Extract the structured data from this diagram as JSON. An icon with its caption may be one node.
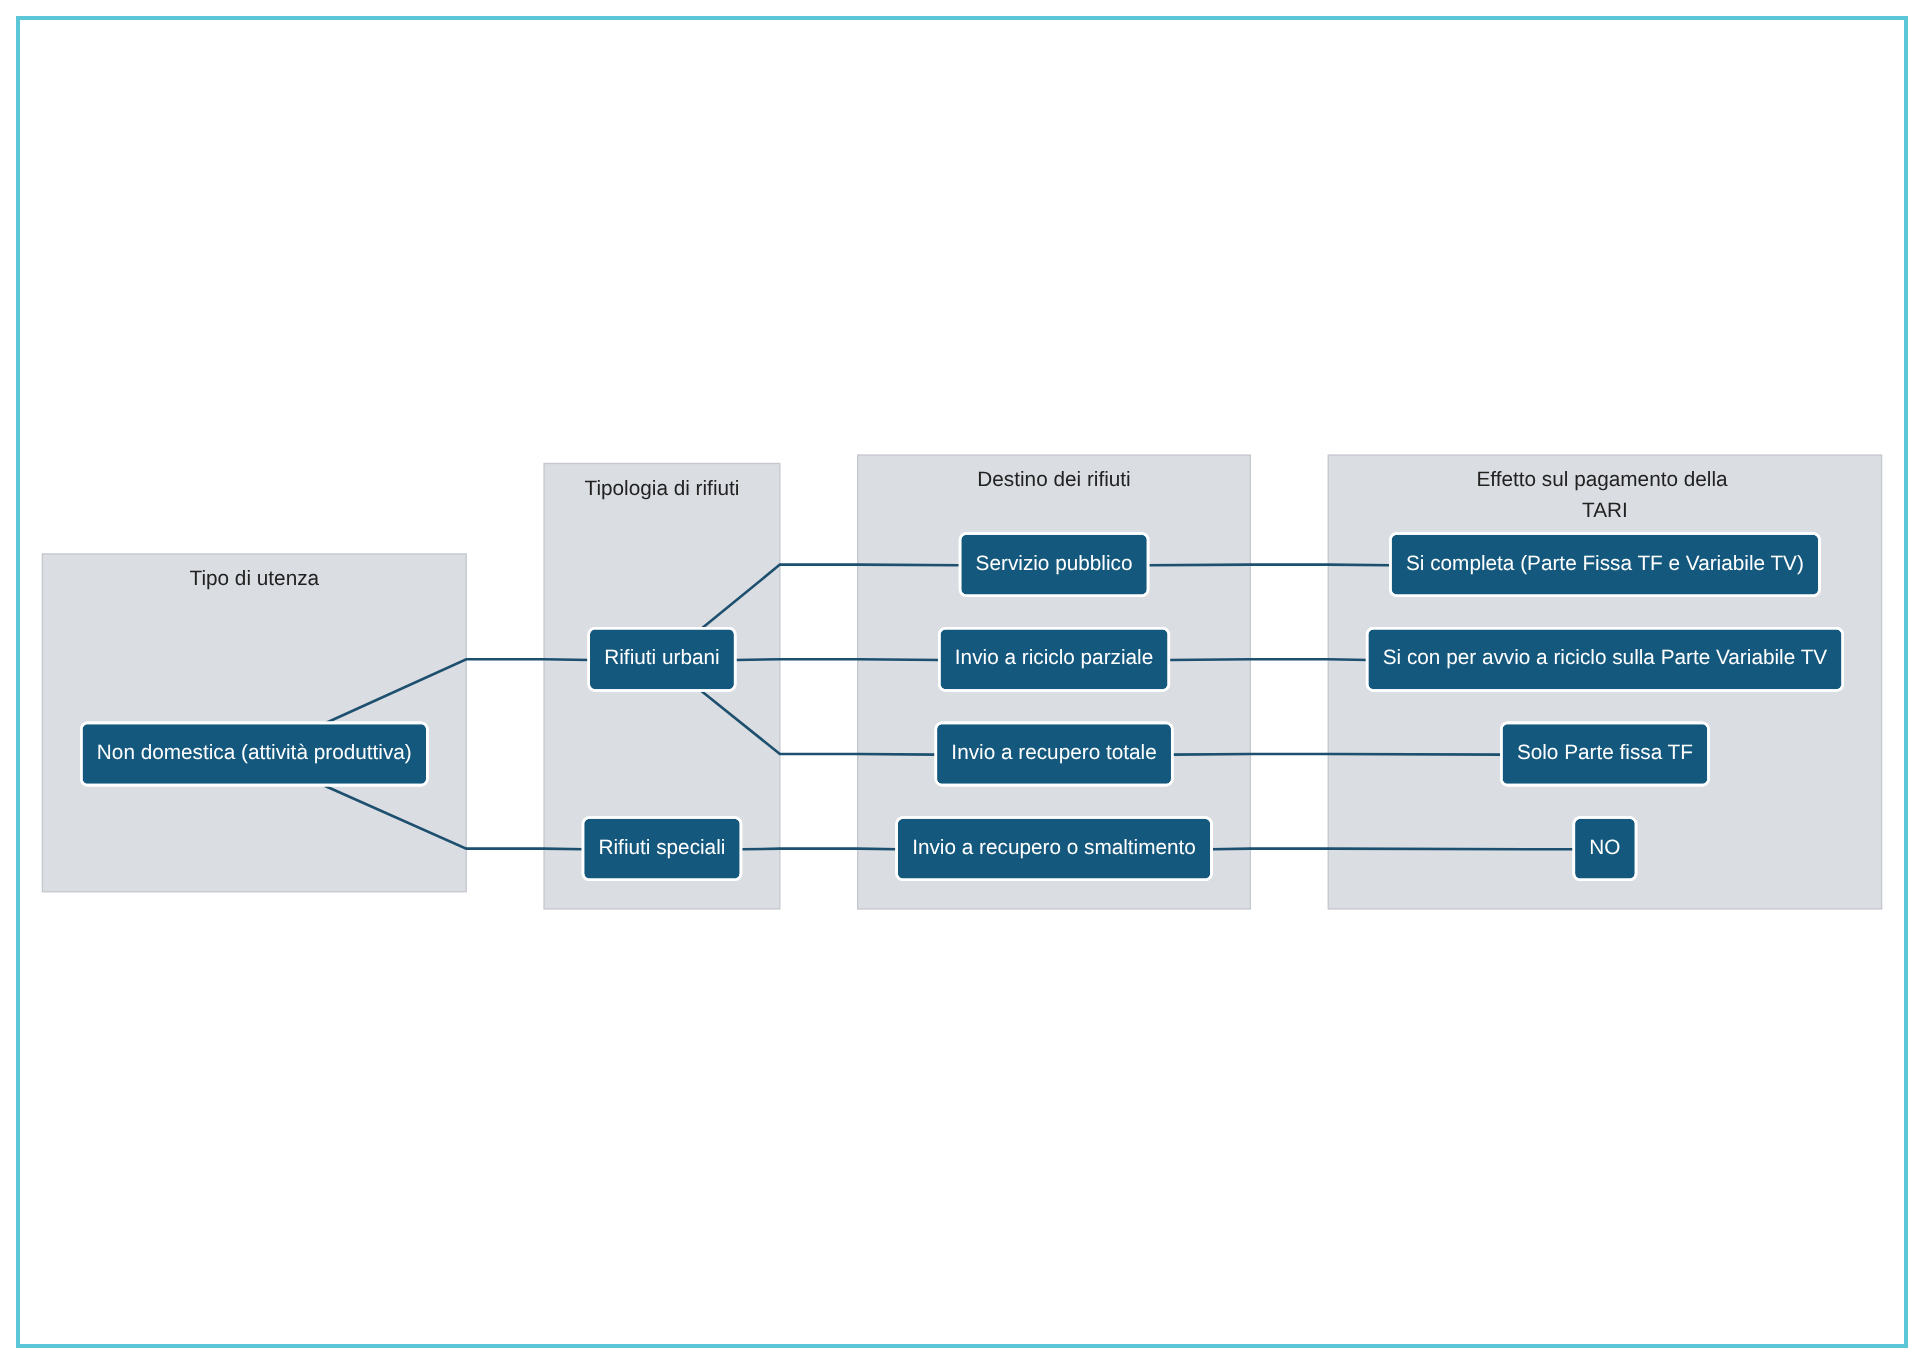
{
  "diagram": {
    "nodes": [
      {
        "text": [
          "Tipo di utenza"
        ]
      },
      {
        "text": [
          "Non domestica (attività produttiva)"
        ],
        "in": 0
      },
      {
        "text": [
          "Tipologia di rifiuti"
        ]
      },
      {
        "text": [
          "Rifiuti urbani"
        ],
        "in": 2
      },
      {
        "text": [
          "Rifiuti speciali"
        ],
        "in": 2
      },
      {
        "text": [
          "Destino dei rifiuti"
        ]
      },
      {
        "text": [
          "Servizio pubblico"
        ],
        "in": 5
      },
      {
        "text": [
          "Invio a riciclo parziale"
        ],
        "in": 5
      },
      {
        "text": [
          "Invio a recupero totale"
        ],
        "in": 5
      },
      {
        "text": [
          "Invio a recupero o smaltimento"
        ],
        "in": 5
      },
      {
        "text": [
          "Effetto sul pagamento della TARI"
        ]
      },
      {
        "text": [
          "Si completa (Parte Fissa TF e Variabile TV)"
        ],
        "in": 10
      },
      {
        "text": [
          "Si con per avvio a riciclo sulla Parte Variabile TV"
        ],
        "in": 10
      },
      {
        "text": [
          "Solo Parte fissa TF"
        ],
        "in": 10
      },
      {
        "text": [
          "NO"
        ],
        "in": 10
      }
    ],
    "edges": [
      {
        "from": 1,
        "to": 3,
        "arrow": "none"
      },
      {
        "from": 1,
        "to": 4,
        "arrow": "none"
      },
      {
        "from": 3,
        "to": 6,
        "arrow": "none"
      },
      {
        "from": 3,
        "to": 7,
        "arrow": "none"
      },
      {
        "from": 3,
        "to": 8,
        "arrow": "none"
      },
      {
        "from": 4,
        "to": 9,
        "arrow": "none"
      },
      {
        "from": 6,
        "to": 11,
        "arrow": "none"
      },
      {
        "from": 7,
        "to": 12,
        "arrow": "none"
      },
      {
        "from": 8,
        "to": 13,
        "arrow": "none"
      },
      {
        "from": 9,
        "to": 14,
        "arrow": "none"
      }
    ]
  }
}
